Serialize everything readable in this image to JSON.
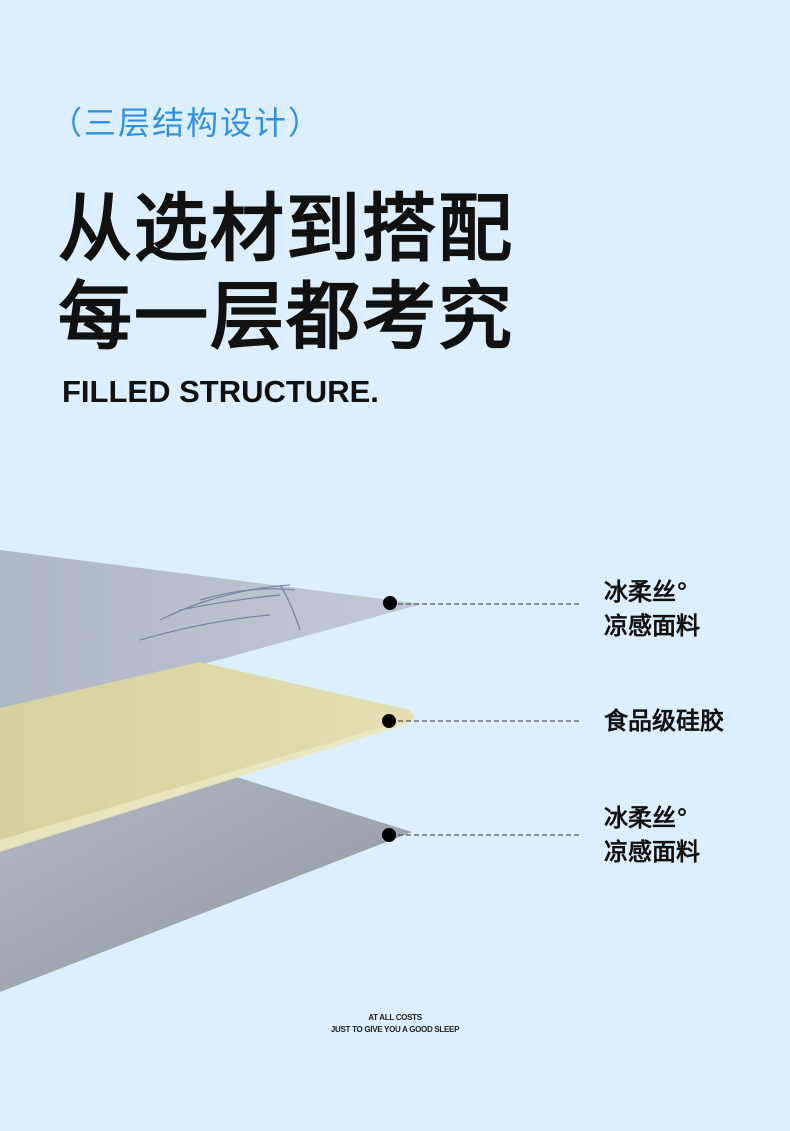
{
  "subtitle": "（三层结构设计）",
  "headline": {
    "line1": "从选材到搭配",
    "line2": "每一层都考究"
  },
  "english_title": "FILLED STRUCTURE.",
  "layers": [
    {
      "line1": "冰柔丝°",
      "line2": "凉感面料"
    },
    {
      "line1": "食品级硅胶"
    },
    {
      "line1": "冰柔丝°",
      "line2": "凉感面料"
    }
  ],
  "footer": {
    "line1": "AT ALL COSTS",
    "line2": "JUST TO GIVE YOU A GOOD SLEEP"
  },
  "colors": {
    "background": "#dcefff",
    "accent": "#2f8fe0",
    "top_fabric": "#b3bccb",
    "silicone": "#ddd8a6",
    "bottom_fabric": "#a3acb5"
  }
}
